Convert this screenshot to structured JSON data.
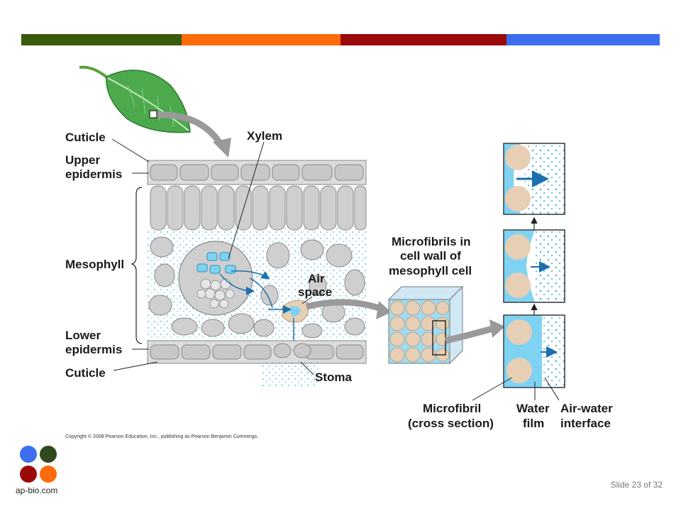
{
  "colors": {
    "bar": [
      "#3a5a0c",
      "#ff6a0a",
      "#9a0a0a",
      "#3d6ef0"
    ],
    "water": "#7fd3f2",
    "microfibril": "#e6cfb5",
    "cell": "#d0d0d0",
    "arrow": "#1a6fb0",
    "gray_arrow": "#9a9a9a"
  },
  "labels": {
    "cuticle_top": "Cuticle",
    "upper_epidermis": [
      "Upper",
      "epidermis"
    ],
    "xylem": "Xylem",
    "mesophyll": "Mesophyll",
    "lower_epidermis": [
      "Lower",
      "epidermis"
    ],
    "cuticle_bottom": "Cuticle",
    "air_space": [
      "Air",
      "space"
    ],
    "stoma": "Stoma",
    "microfibrils": [
      "Microfibrils in",
      "cell wall of",
      "mesophyll cell"
    ],
    "microfibril_cross": [
      "Microfibril",
      "(cross section)"
    ],
    "water_film": [
      "Water",
      "film"
    ],
    "air_water": [
      "Air-water",
      "interface"
    ]
  },
  "copyright": "Copyright © 2008 Pearson Education, Inc., publishing as Pearson Benjamin Cummings.",
  "footer": {
    "site": "ap-bio.com",
    "slide": "Slide 23 of 32"
  },
  "logo_colors": [
    "#3d6ef0",
    "#2e4a1e",
    "#9a0a0a",
    "#ff6a0a"
  ]
}
